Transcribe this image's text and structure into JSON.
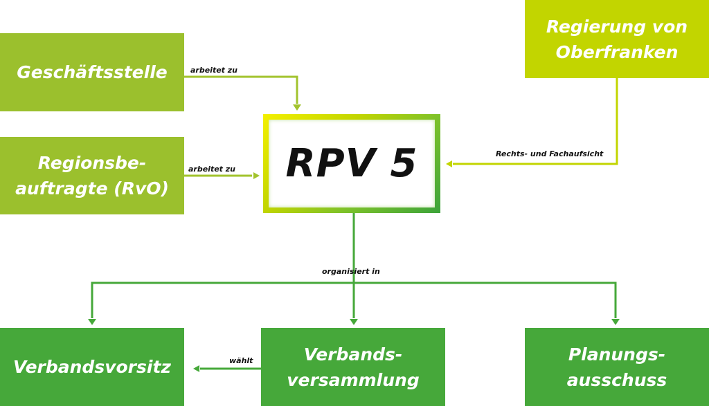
{
  "center": {
    "title": "RPV 5"
  },
  "boxes": {
    "geschaeftsstelle": "Geschäftsstelle",
    "regionsbeauftragte": "Regionsbe-\nauftragte (RvO)",
    "regierung": "Regierung von\nOberfranken",
    "verbandsvorsitz": "Verbandsvorsitz",
    "verbandsversammlung": "Verbands-\nversammlung",
    "planungsausschuss": "Planungs-\nausschuss"
  },
  "labels": {
    "arbeitet_zu_1": "arbeitet zu",
    "arbeitet_zu_2": "arbeitet zu",
    "rechtsaufsicht": "Rechts- und Fachaufsicht",
    "organisiert_in": "organisiert in",
    "waehlt": "wählt"
  },
  "colors": {
    "light_green": "#9bc02d",
    "lime": "#c2d500",
    "green": "#46a83a",
    "arrow_light": "#a2c32d",
    "arrow_lime": "#c2d500",
    "arrow_green": "#46a83a"
  }
}
